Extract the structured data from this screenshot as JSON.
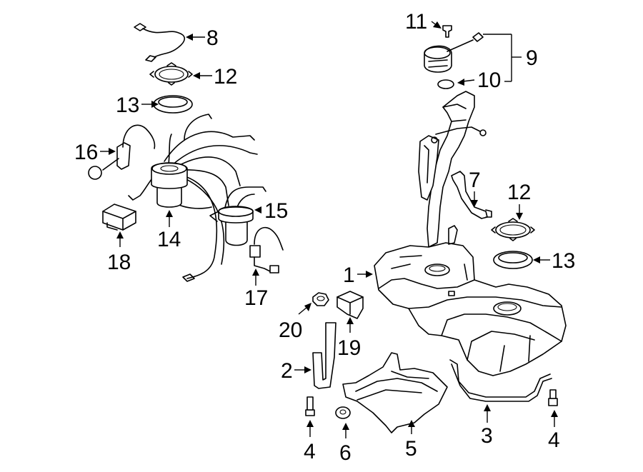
{
  "callouts": {
    "c1": "1",
    "c2": "2",
    "c3": "3",
    "c4a": "4",
    "c4b": "4",
    "c5": "5",
    "c6": "6",
    "c7": "7",
    "c8": "8",
    "c9": "9",
    "c10": "10",
    "c11": "11",
    "c12a": "12",
    "c12b": "12",
    "c13a": "13",
    "c13b": "13",
    "c14": "14",
    "c15": "15",
    "c16": "16",
    "c17": "17",
    "c18": "18",
    "c19": "19",
    "c20": "20"
  }
}
